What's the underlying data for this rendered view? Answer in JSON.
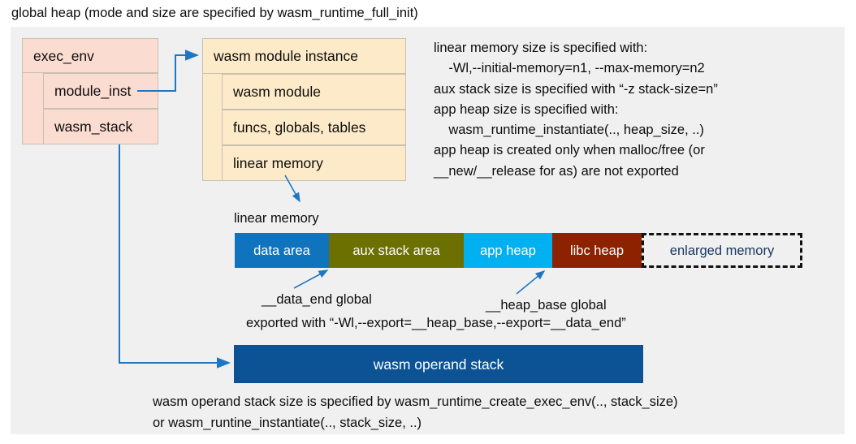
{
  "title": "global heap (mode and size are specified by wasm_runtime_full_init)",
  "colors": {
    "panel_bg": "#f0f0f0",
    "exec_env_fill": "#fbdcd0",
    "module_inst_fill": "#fdeac8",
    "box_border": "#c8c0b0",
    "arrow": "#1f77c4",
    "data_area": "#0f74bd",
    "aux_stack_area": "#6b7000",
    "app_heap": "#00b0f0",
    "libc_heap": "#8c2200",
    "enlarged_memory_border": "#111111",
    "enlarged_memory_text": "#17365d",
    "operand_stack_fill": "#0b5394"
  },
  "exec_env": {
    "header": "exec_env",
    "rows": [
      {
        "label": "module_inst"
      },
      {
        "label": "wasm_stack"
      }
    ]
  },
  "module_instance": {
    "header": "wasm module instance",
    "rows": [
      {
        "label": "wasm module"
      },
      {
        "label": "funcs, globals, tables"
      },
      {
        "label": "linear memory"
      }
    ]
  },
  "notes": "linear memory size is specified with:\n    -Wl,--initial-memory=n1, --max-memory=n2\naux stack size is specified with “-z stack-size=n”\napp heap size is specified with:\n    wasm_runtime_instantiate(.., heap_size, ..)\napp heap is created only when malloc/free (or\n__new/__release for as) are not exported",
  "linear_memory": {
    "label": "linear memory",
    "segments": [
      {
        "label": "data area",
        "color": "#0f74bd",
        "width": 116,
        "dashed": false
      },
      {
        "label": "aux stack area",
        "color": "#6b7000",
        "width": 166,
        "dashed": false
      },
      {
        "label": "app heap",
        "color": "#00b0f0",
        "width": 109,
        "dashed": false
      },
      {
        "label": "libc heap",
        "color": "#8c2200",
        "width": 110,
        "dashed": false
      },
      {
        "label": "enlarged memory",
        "color": "#f0f0f0",
        "width": 198,
        "dashed": true
      }
    ]
  },
  "annotations": {
    "data_end": "__data_end global",
    "heap_base": "__heap_base global",
    "exported": "exported with “-Wl,--export=__heap_base,--export=__data_end”"
  },
  "operand_stack": {
    "label": "wasm operand stack"
  },
  "bottom_notes": "wasm operand stack size is specified by wasm_runtime_create_exec_env(.., stack_size)\nor wasm_runtine_instantiate(.., stack_size, ..)"
}
